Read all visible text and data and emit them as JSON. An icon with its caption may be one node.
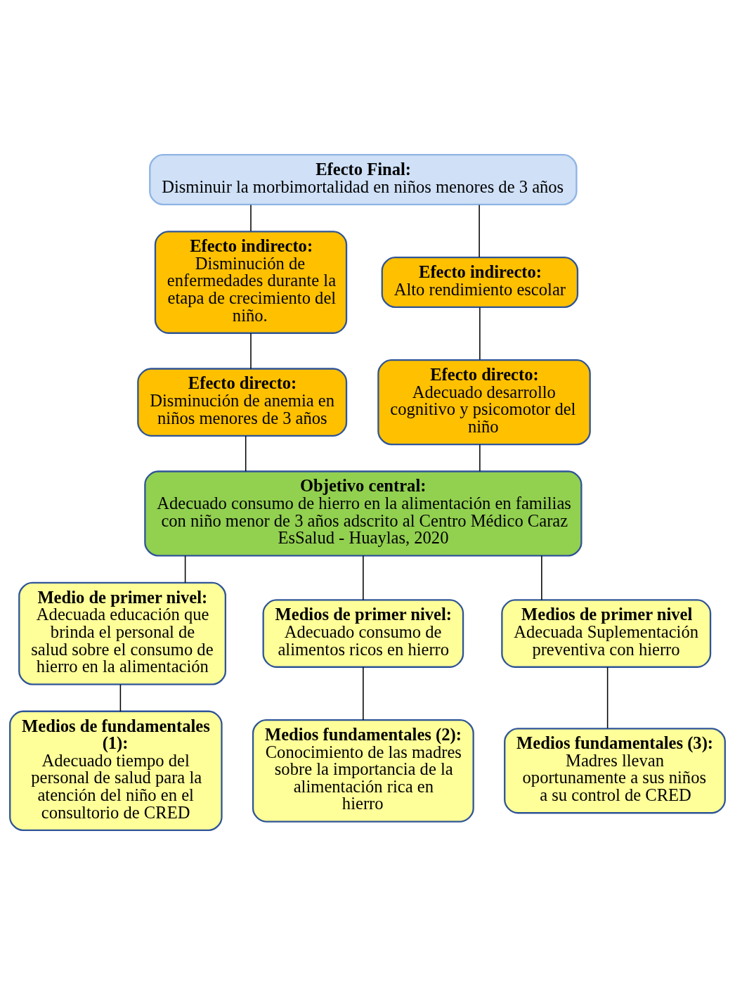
{
  "diagram": {
    "nodes": [
      {
        "text": [
          "Efecto Final:",
          "Disminuir la morbimortalidad en niños menores de 3 años"
        ]
      },
      {
        "text": [
          "Efecto indirecto:",
          "Disminución de enfermedades durante la etapa de crecimiento del niño."
        ]
      },
      {
        "text": [
          "Efecto indirecto:",
          "Alto rendimiento escolar"
        ]
      },
      {
        "text": [
          "Efecto directo:",
          "Disminución de anemia en niños menores de 3 años"
        ]
      },
      {
        "text": [
          "Efecto directo:",
          "Adecuado desarrollo cognitivo y psicomotor del niño"
        ]
      },
      {
        "text": [
          "Objetivo central:",
          "Adecuado consumo de hierro en la alimentación en familias con niño menor de 3 años adscrito al Centro Médico Caraz EsSalud - Huaylas, 2020"
        ]
      },
      {
        "text": [
          "Medio de primer nivel:",
          "Adecuada educación que brinda el personal de salud sobre el consumo de hierro en la alimentación"
        ]
      },
      {
        "text": [
          "Medios de primer nivel:",
          "Adecuado consumo de alimentos ricos en hierro"
        ]
      },
      {
        "text": [
          "Medios de primer nivel",
          "Adecuada Suplementación preventiva con hierro"
        ]
      },
      {
        "text": [
          "Medios de fundamentales (1):",
          "Adecuado tiempo del personal de salud para la atención del niño en el consultorio de CRED"
        ]
      },
      {
        "text": [
          "Medios fundamentales (2):",
          "Conocimiento de las madres sobre la importancia de la alimentación rica en hierro"
        ]
      },
      {
        "text": [
          "Medios fundamentales (3):",
          "Madres llevan oportunamente a sus niños a su control de CRED"
        ]
      }
    ],
    "edges": [
      {
        "from": 0,
        "to": 1,
        "arrow": "none"
      },
      {
        "from": 0,
        "to": 2,
        "arrow": "none"
      },
      {
        "from": 1,
        "to": 3,
        "arrow": "none"
      },
      {
        "from": 2,
        "to": 4,
        "arrow": "none"
      },
      {
        "from": 3,
        "to": 5,
        "arrow": "none"
      },
      {
        "from": 4,
        "to": 5,
        "arrow": "none"
      },
      {
        "from": 5,
        "to": 6,
        "arrow": "none"
      },
      {
        "from": 5,
        "to": 7,
        "arrow": "none"
      },
      {
        "from": 5,
        "to": 8,
        "arrow": "none"
      },
      {
        "from": 6,
        "to": 9,
        "arrow": "none"
      },
      {
        "from": 7,
        "to": 10,
        "arrow": "none"
      },
      {
        "from": 8,
        "to": 11,
        "arrow": "none"
      }
    ]
  }
}
